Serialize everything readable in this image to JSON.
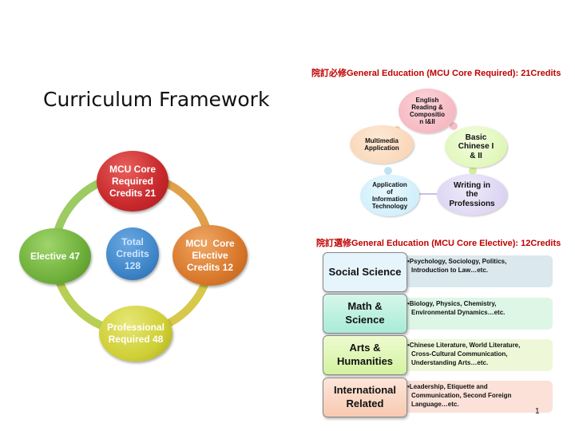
{
  "title": "Curriculum Framework",
  "framework": {
    "center": [
      "Total",
      "Credits",
      "128"
    ],
    "nodes": {
      "top": [
        "MCU Core",
        "Required",
        "Credits 21"
      ],
      "right": [
        "MCU  Core",
        "Elective",
        "Credits 12"
      ],
      "bottom": [
        "Professional",
        "Required 48"
      ],
      "left": [
        "Elective 47"
      ]
    },
    "colors": {
      "top": "#c8282b",
      "right": "#d9782b",
      "bottom": "#cfcf36",
      "left": "#6fb03b",
      "center": "#3f86c9"
    }
  },
  "required_section": {
    "header_cjk": "院訂必修",
    "header_text": "General Education (MCU Core Required): 21Credits",
    "bubbles": {
      "english": [
        "English",
        "Reading &",
        "Compositio",
        "n I&II"
      ],
      "basic_chinese": [
        "Basic",
        "Chinese I",
        "& II"
      ],
      "writing": [
        "Writing in",
        "the",
        "Professions"
      ],
      "application_it": [
        "Application",
        "of",
        "Information",
        "Technology"
      ],
      "multimedia": [
        "Multimedia",
        "Application"
      ]
    }
  },
  "elective_section": {
    "header_cjk": "院訂選修",
    "header_text": "General Education (MCU Core Elective): 12Credits",
    "categories": [
      {
        "name": [
          "Social Science"
        ],
        "desc": [
          "•Psychology, Sociology, Politics,",
          "Introduction to Law…etc."
        ]
      },
      {
        "name": [
          "Math &",
          "Science"
        ],
        "desc": [
          "•Biology, Physics, Chemistry,",
          "Environmental Dynamics…etc."
        ]
      },
      {
        "name": [
          "Arts &",
          "Humanities"
        ],
        "desc": [
          "•Chinese Literature, World Literature,",
          "Cross-Cultural Communication,",
          "Understanding Arts…etc."
        ]
      },
      {
        "name": [
          "International",
          "Related"
        ],
        "desc": [
          "•Leadership, Etiquette and",
          "Communication, Second Foreign",
          "Language…etc."
        ]
      }
    ]
  },
  "page_number": "1"
}
